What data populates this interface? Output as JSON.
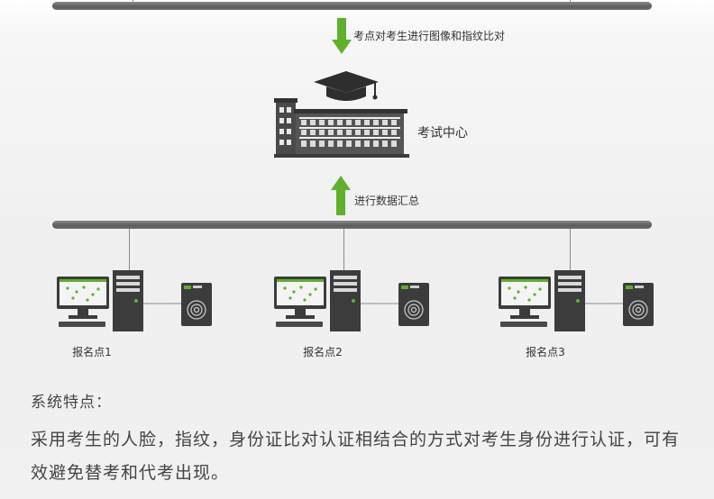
{
  "flow": {
    "top_step": "考点对考生进行图像和指纹比对",
    "center_label": "考试中心",
    "bottom_step": "进行数据汇总"
  },
  "stations": [
    {
      "label": "报名点1"
    },
    {
      "label": "报名点2"
    },
    {
      "label": "报名点3"
    }
  ],
  "summary": {
    "title": "系统特点：",
    "body": "采用考生的人脸，指纹，身份证比对认证相结合的方式对考生身份进行认证，可有效避免替考和代考出现。"
  },
  "colors": {
    "arrow_green": "#5fb12b",
    "bus_gray": "#6e6e6e",
    "device_dark": "#3c3c3c"
  }
}
